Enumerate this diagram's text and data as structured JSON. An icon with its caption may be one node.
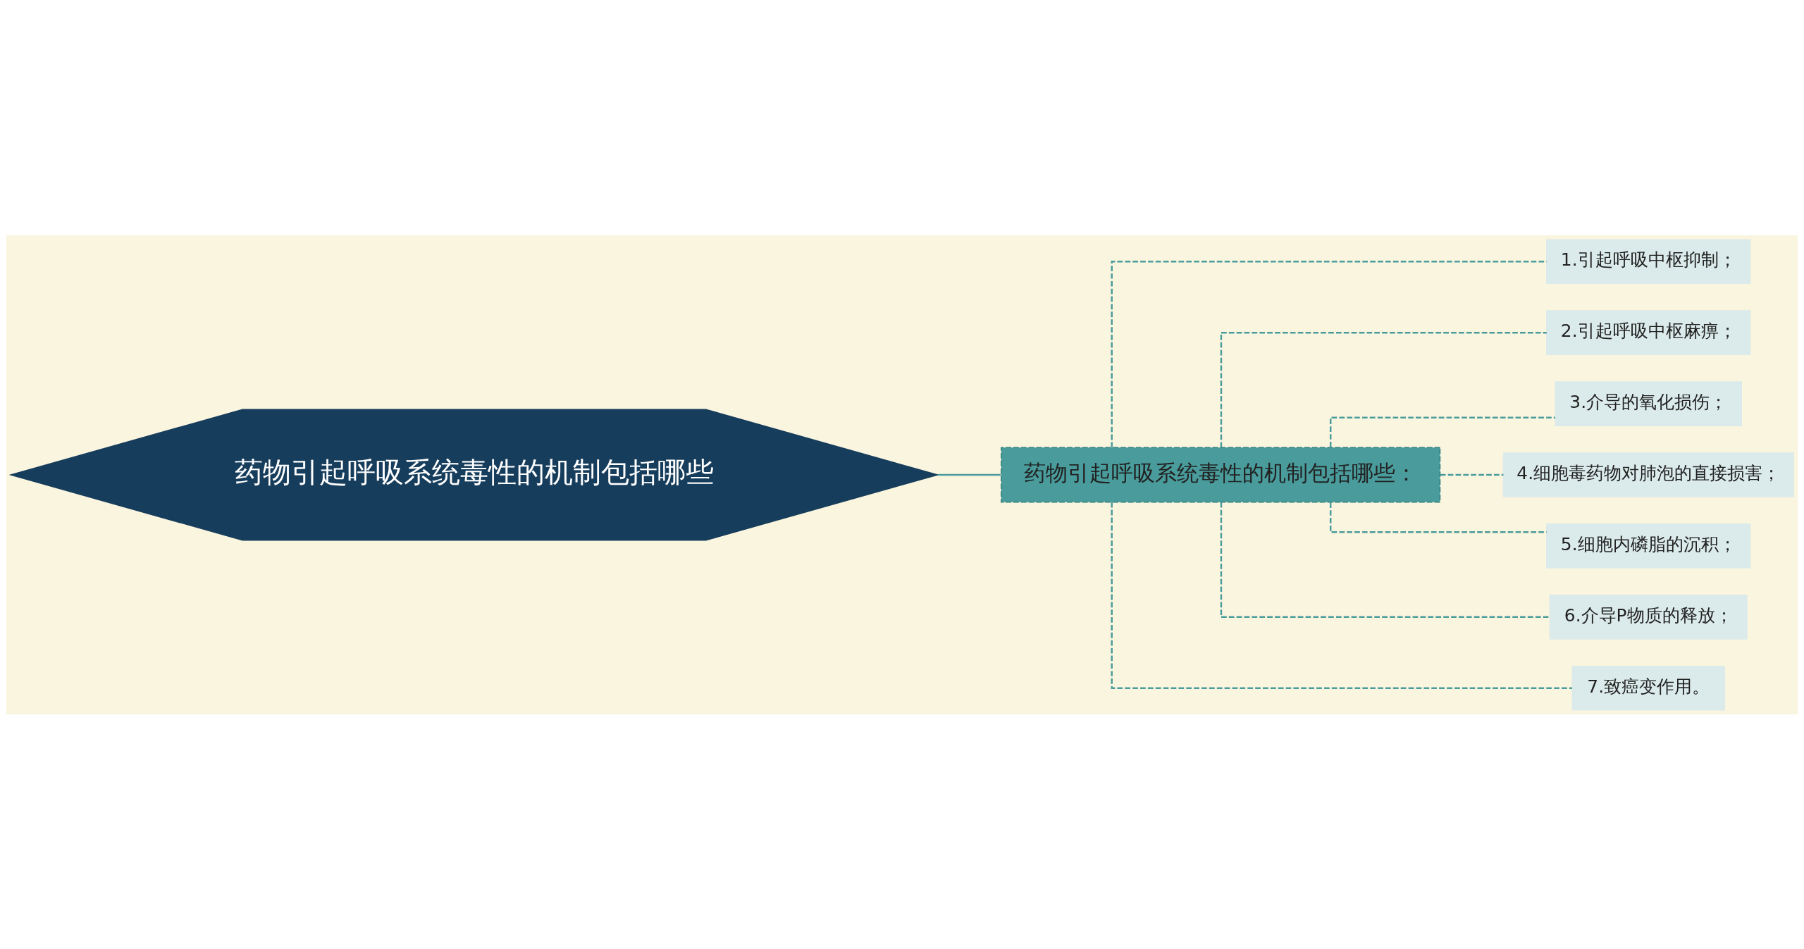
{
  "diagram": {
    "nodes": [
      {
        "text": [
          "药物引起呼吸系统毒性的机制包括哪些"
        ]
      },
      {
        "text": [
          "药物引起呼吸系统毒性的机制包括哪些："
        ]
      },
      {
        "text": [
          "1.引起呼吸中枢抑制；"
        ]
      },
      {
        "text": [
          "2.引起呼吸中枢麻痹；"
        ]
      },
      {
        "text": [
          "3.介导的氧化损伤；"
        ]
      },
      {
        "text": [
          "4.细胞毒药物对肺泡的直接损害；"
        ]
      },
      {
        "text": [
          "5.细胞内磷脂的沉积；"
        ]
      },
      {
        "text": [
          "6.介导P物质的释放；"
        ]
      },
      {
        "text": [
          "7.致癌变作用。"
        ]
      }
    ],
    "edges": [
      {
        "from": 0,
        "to": 1,
        "arrow": "none"
      },
      {
        "from": 1,
        "to": 2,
        "arrow": "none",
        "style": "dashed"
      },
      {
        "from": 1,
        "to": 3,
        "arrow": "none",
        "style": "dashed"
      },
      {
        "from": 1,
        "to": 4,
        "arrow": "none",
        "style": "dashed"
      },
      {
        "from": 1,
        "to": 5,
        "arrow": "none",
        "style": "dashed"
      },
      {
        "from": 1,
        "to": 6,
        "arrow": "none",
        "style": "dashed"
      },
      {
        "from": 1,
        "to": 7,
        "arrow": "none",
        "style": "dashed"
      },
      {
        "from": 1,
        "to": 8,
        "arrow": "none",
        "style": "dashed"
      }
    ]
  }
}
